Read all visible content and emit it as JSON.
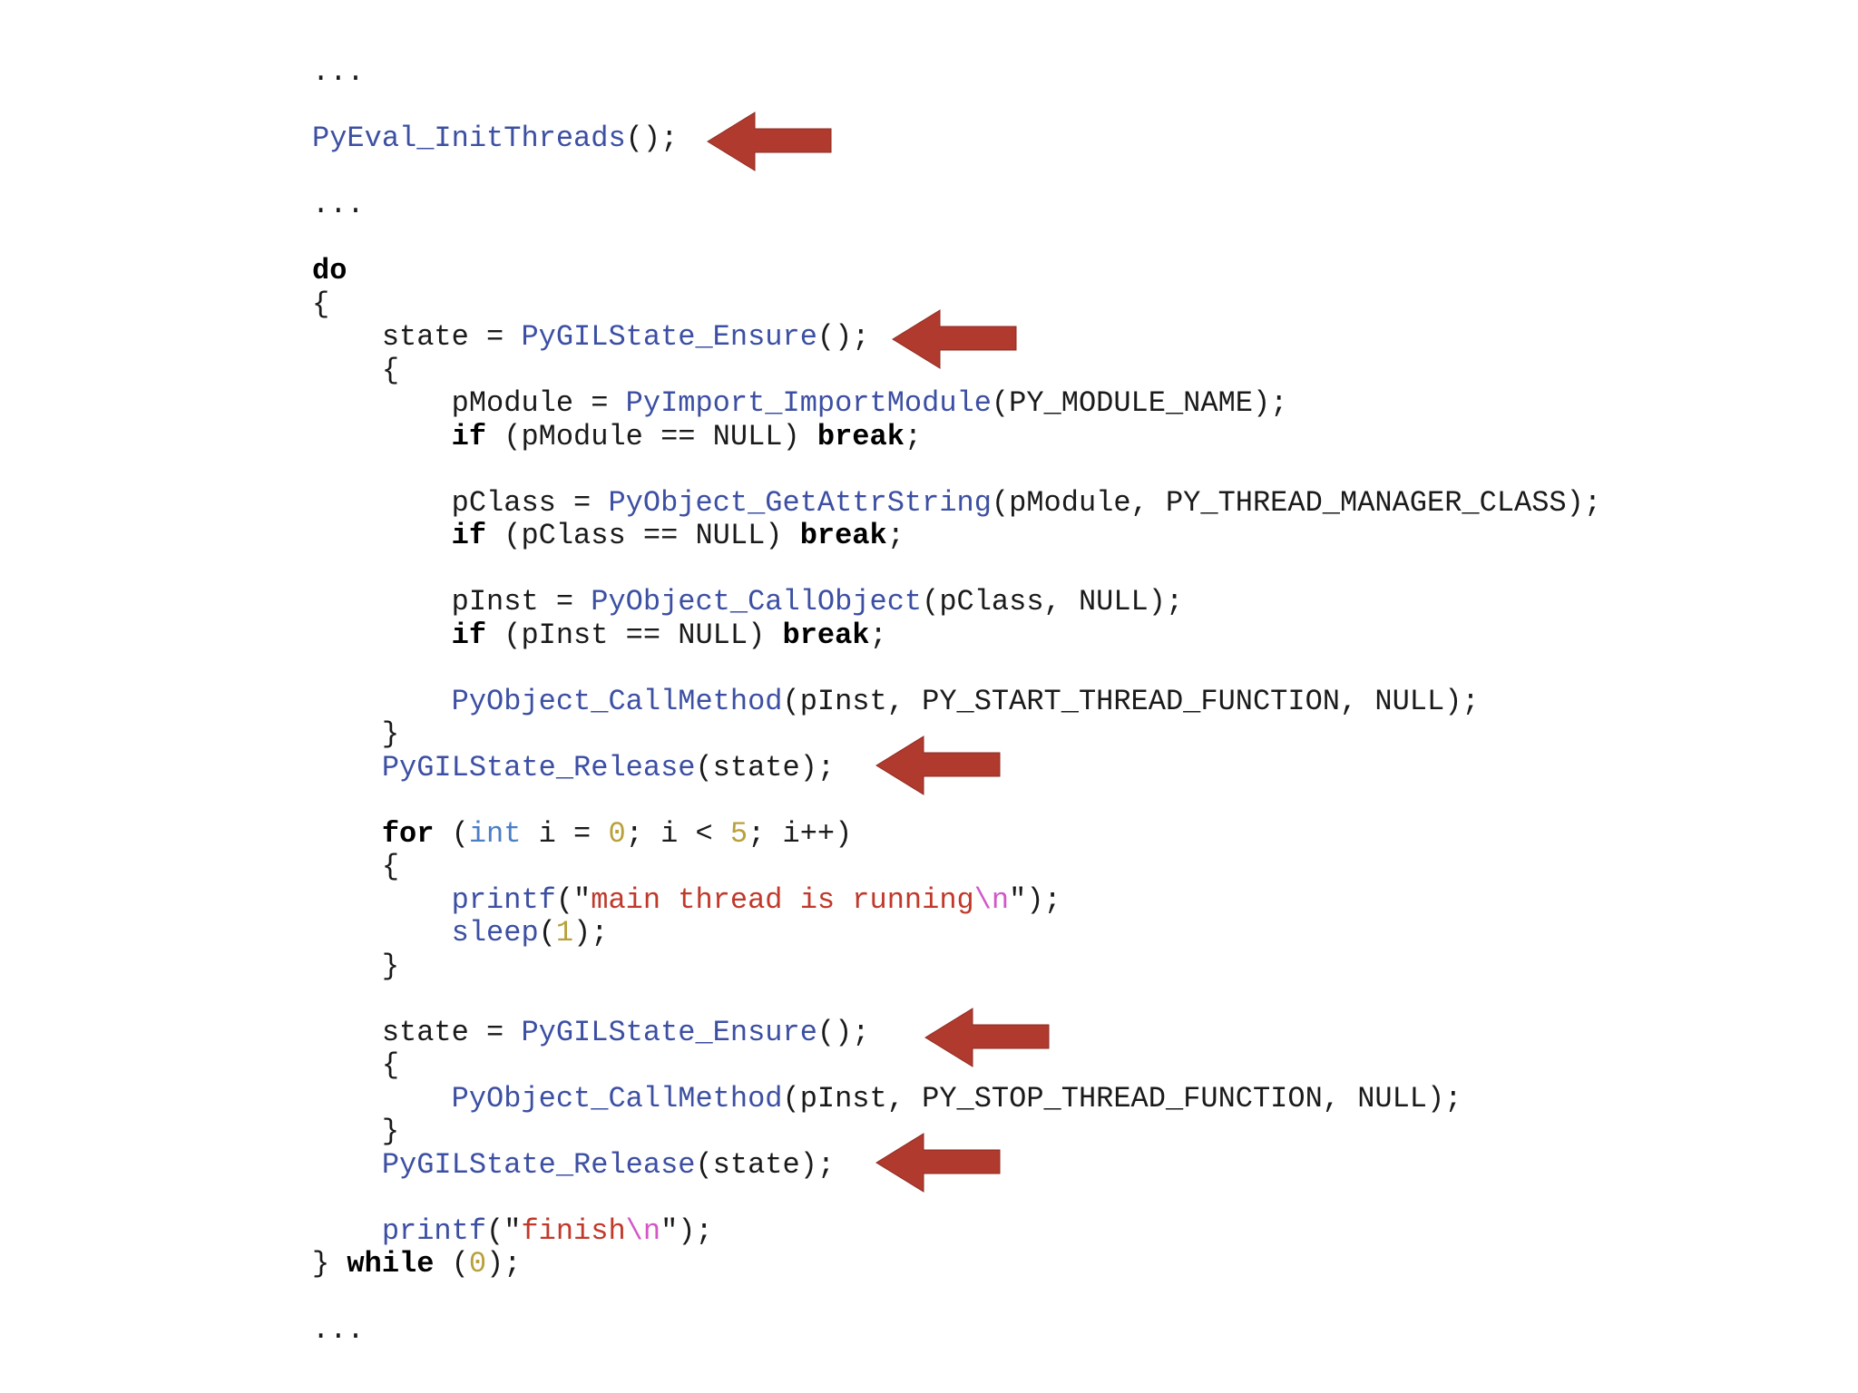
{
  "theme": {
    "function": "#3c4fa3",
    "keyword": "#000000",
    "type": "#4b7fc4",
    "number": "#b8a03a",
    "string": "#c0392b",
    "escape": "#d257c7",
    "plain": "#1a1a1a",
    "arrow": "#b03a2e"
  },
  "code_lines": [
    [
      {
        "t": "plain",
        "v": "..."
      }
    ],
    [],
    [
      {
        "t": "fn",
        "v": "PyEval_InitThreads"
      },
      {
        "t": "plain",
        "v": "();"
      }
    ],
    [],
    [
      {
        "t": "plain",
        "v": "..."
      }
    ],
    [],
    [
      {
        "t": "kw",
        "v": "do"
      }
    ],
    [
      {
        "t": "plain",
        "v": "{"
      }
    ],
    [
      {
        "t": "plain",
        "v": "    state = "
      },
      {
        "t": "fn",
        "v": "PyGILState_Ensure"
      },
      {
        "t": "plain",
        "v": "();"
      }
    ],
    [
      {
        "t": "plain",
        "v": "    {"
      }
    ],
    [
      {
        "t": "plain",
        "v": "        pModule = "
      },
      {
        "t": "fn",
        "v": "PyImport_ImportModule"
      },
      {
        "t": "plain",
        "v": "(PY_MODULE_NAME);"
      }
    ],
    [
      {
        "t": "plain",
        "v": "        "
      },
      {
        "t": "kw",
        "v": "if"
      },
      {
        "t": "plain",
        "v": " (pModule == NULL) "
      },
      {
        "t": "kw",
        "v": "break"
      },
      {
        "t": "plain",
        "v": ";"
      }
    ],
    [],
    [
      {
        "t": "plain",
        "v": "        pClass = "
      },
      {
        "t": "fn",
        "v": "PyObject_GetAttrString"
      },
      {
        "t": "plain",
        "v": "(pModule, PY_THREAD_MANAGER_CLASS);"
      }
    ],
    [
      {
        "t": "plain",
        "v": "        "
      },
      {
        "t": "kw",
        "v": "if"
      },
      {
        "t": "plain",
        "v": " (pClass == NULL) "
      },
      {
        "t": "kw",
        "v": "break"
      },
      {
        "t": "plain",
        "v": ";"
      }
    ],
    [],
    [
      {
        "t": "plain",
        "v": "        pInst = "
      },
      {
        "t": "fn",
        "v": "PyObject_CallObject"
      },
      {
        "t": "plain",
        "v": "(pClass, NULL);"
      }
    ],
    [
      {
        "t": "plain",
        "v": "        "
      },
      {
        "t": "kw",
        "v": "if"
      },
      {
        "t": "plain",
        "v": " (pInst == NULL) "
      },
      {
        "t": "kw",
        "v": "break"
      },
      {
        "t": "plain",
        "v": ";"
      }
    ],
    [],
    [
      {
        "t": "plain",
        "v": "        "
      },
      {
        "t": "fn",
        "v": "PyObject_CallMethod"
      },
      {
        "t": "plain",
        "v": "(pInst, PY_START_THREAD_FUNCTION, NULL);"
      }
    ],
    [
      {
        "t": "plain",
        "v": "    }"
      }
    ],
    [
      {
        "t": "plain",
        "v": "    "
      },
      {
        "t": "fn",
        "v": "PyGILState_Release"
      },
      {
        "t": "plain",
        "v": "(state);"
      }
    ],
    [],
    [
      {
        "t": "plain",
        "v": "    "
      },
      {
        "t": "kw",
        "v": "for"
      },
      {
        "t": "plain",
        "v": " ("
      },
      {
        "t": "type",
        "v": "int"
      },
      {
        "t": "plain",
        "v": " i = "
      },
      {
        "t": "num",
        "v": "0"
      },
      {
        "t": "plain",
        "v": "; i < "
      },
      {
        "t": "num",
        "v": "5"
      },
      {
        "t": "plain",
        "v": "; i++)"
      }
    ],
    [
      {
        "t": "plain",
        "v": "    {"
      }
    ],
    [
      {
        "t": "plain",
        "v": "        "
      },
      {
        "t": "fn",
        "v": "printf"
      },
      {
        "t": "plain",
        "v": "(\""
      },
      {
        "t": "str",
        "v": "main thread is running"
      },
      {
        "t": "esc",
        "v": "\\n"
      },
      {
        "t": "plain",
        "v": "\");"
      }
    ],
    [
      {
        "t": "plain",
        "v": "        "
      },
      {
        "t": "fn",
        "v": "sleep"
      },
      {
        "t": "plain",
        "v": "("
      },
      {
        "t": "num",
        "v": "1"
      },
      {
        "t": "plain",
        "v": ");"
      }
    ],
    [
      {
        "t": "plain",
        "v": "    }"
      }
    ],
    [],
    [
      {
        "t": "plain",
        "v": "    state = "
      },
      {
        "t": "fn",
        "v": "PyGILState_Ensure"
      },
      {
        "t": "plain",
        "v": "();"
      }
    ],
    [
      {
        "t": "plain",
        "v": "    {"
      }
    ],
    [
      {
        "t": "plain",
        "v": "        "
      },
      {
        "t": "fn",
        "v": "PyObject_CallMethod"
      },
      {
        "t": "plain",
        "v": "(pInst, PY_STOP_THREAD_FUNCTION, NULL);"
      }
    ],
    [
      {
        "t": "plain",
        "v": "    }"
      }
    ],
    [
      {
        "t": "plain",
        "v": "    "
      },
      {
        "t": "fn",
        "v": "PyGILState_Release"
      },
      {
        "t": "plain",
        "v": "(state);"
      }
    ],
    [],
    [
      {
        "t": "plain",
        "v": "    "
      },
      {
        "t": "fn",
        "v": "printf"
      },
      {
        "t": "plain",
        "v": "(\""
      },
      {
        "t": "str",
        "v": "finish"
      },
      {
        "t": "esc",
        "v": "\\n"
      },
      {
        "t": "plain",
        "v": "\");"
      }
    ],
    [
      {
        "t": "plain",
        "v": "} "
      },
      {
        "t": "kw",
        "v": "while"
      },
      {
        "t": "plain",
        "v": " ("
      },
      {
        "t": "num",
        "v": "0"
      },
      {
        "t": "plain",
        "v": ");"
      }
    ],
    [],
    [
      {
        "t": "plain",
        "v": "..."
      }
    ]
  ],
  "arrows": [
    {
      "name": "arrow-pyeval-initthreads",
      "icon": "left-arrow-icon"
    },
    {
      "name": "arrow-gilstate-ensure-1",
      "icon": "left-arrow-icon"
    },
    {
      "name": "arrow-gilstate-release-1",
      "icon": "left-arrow-icon"
    },
    {
      "name": "arrow-gilstate-ensure-2",
      "icon": "left-arrow-icon"
    },
    {
      "name": "arrow-gilstate-release-2",
      "icon": "left-arrow-icon"
    }
  ]
}
